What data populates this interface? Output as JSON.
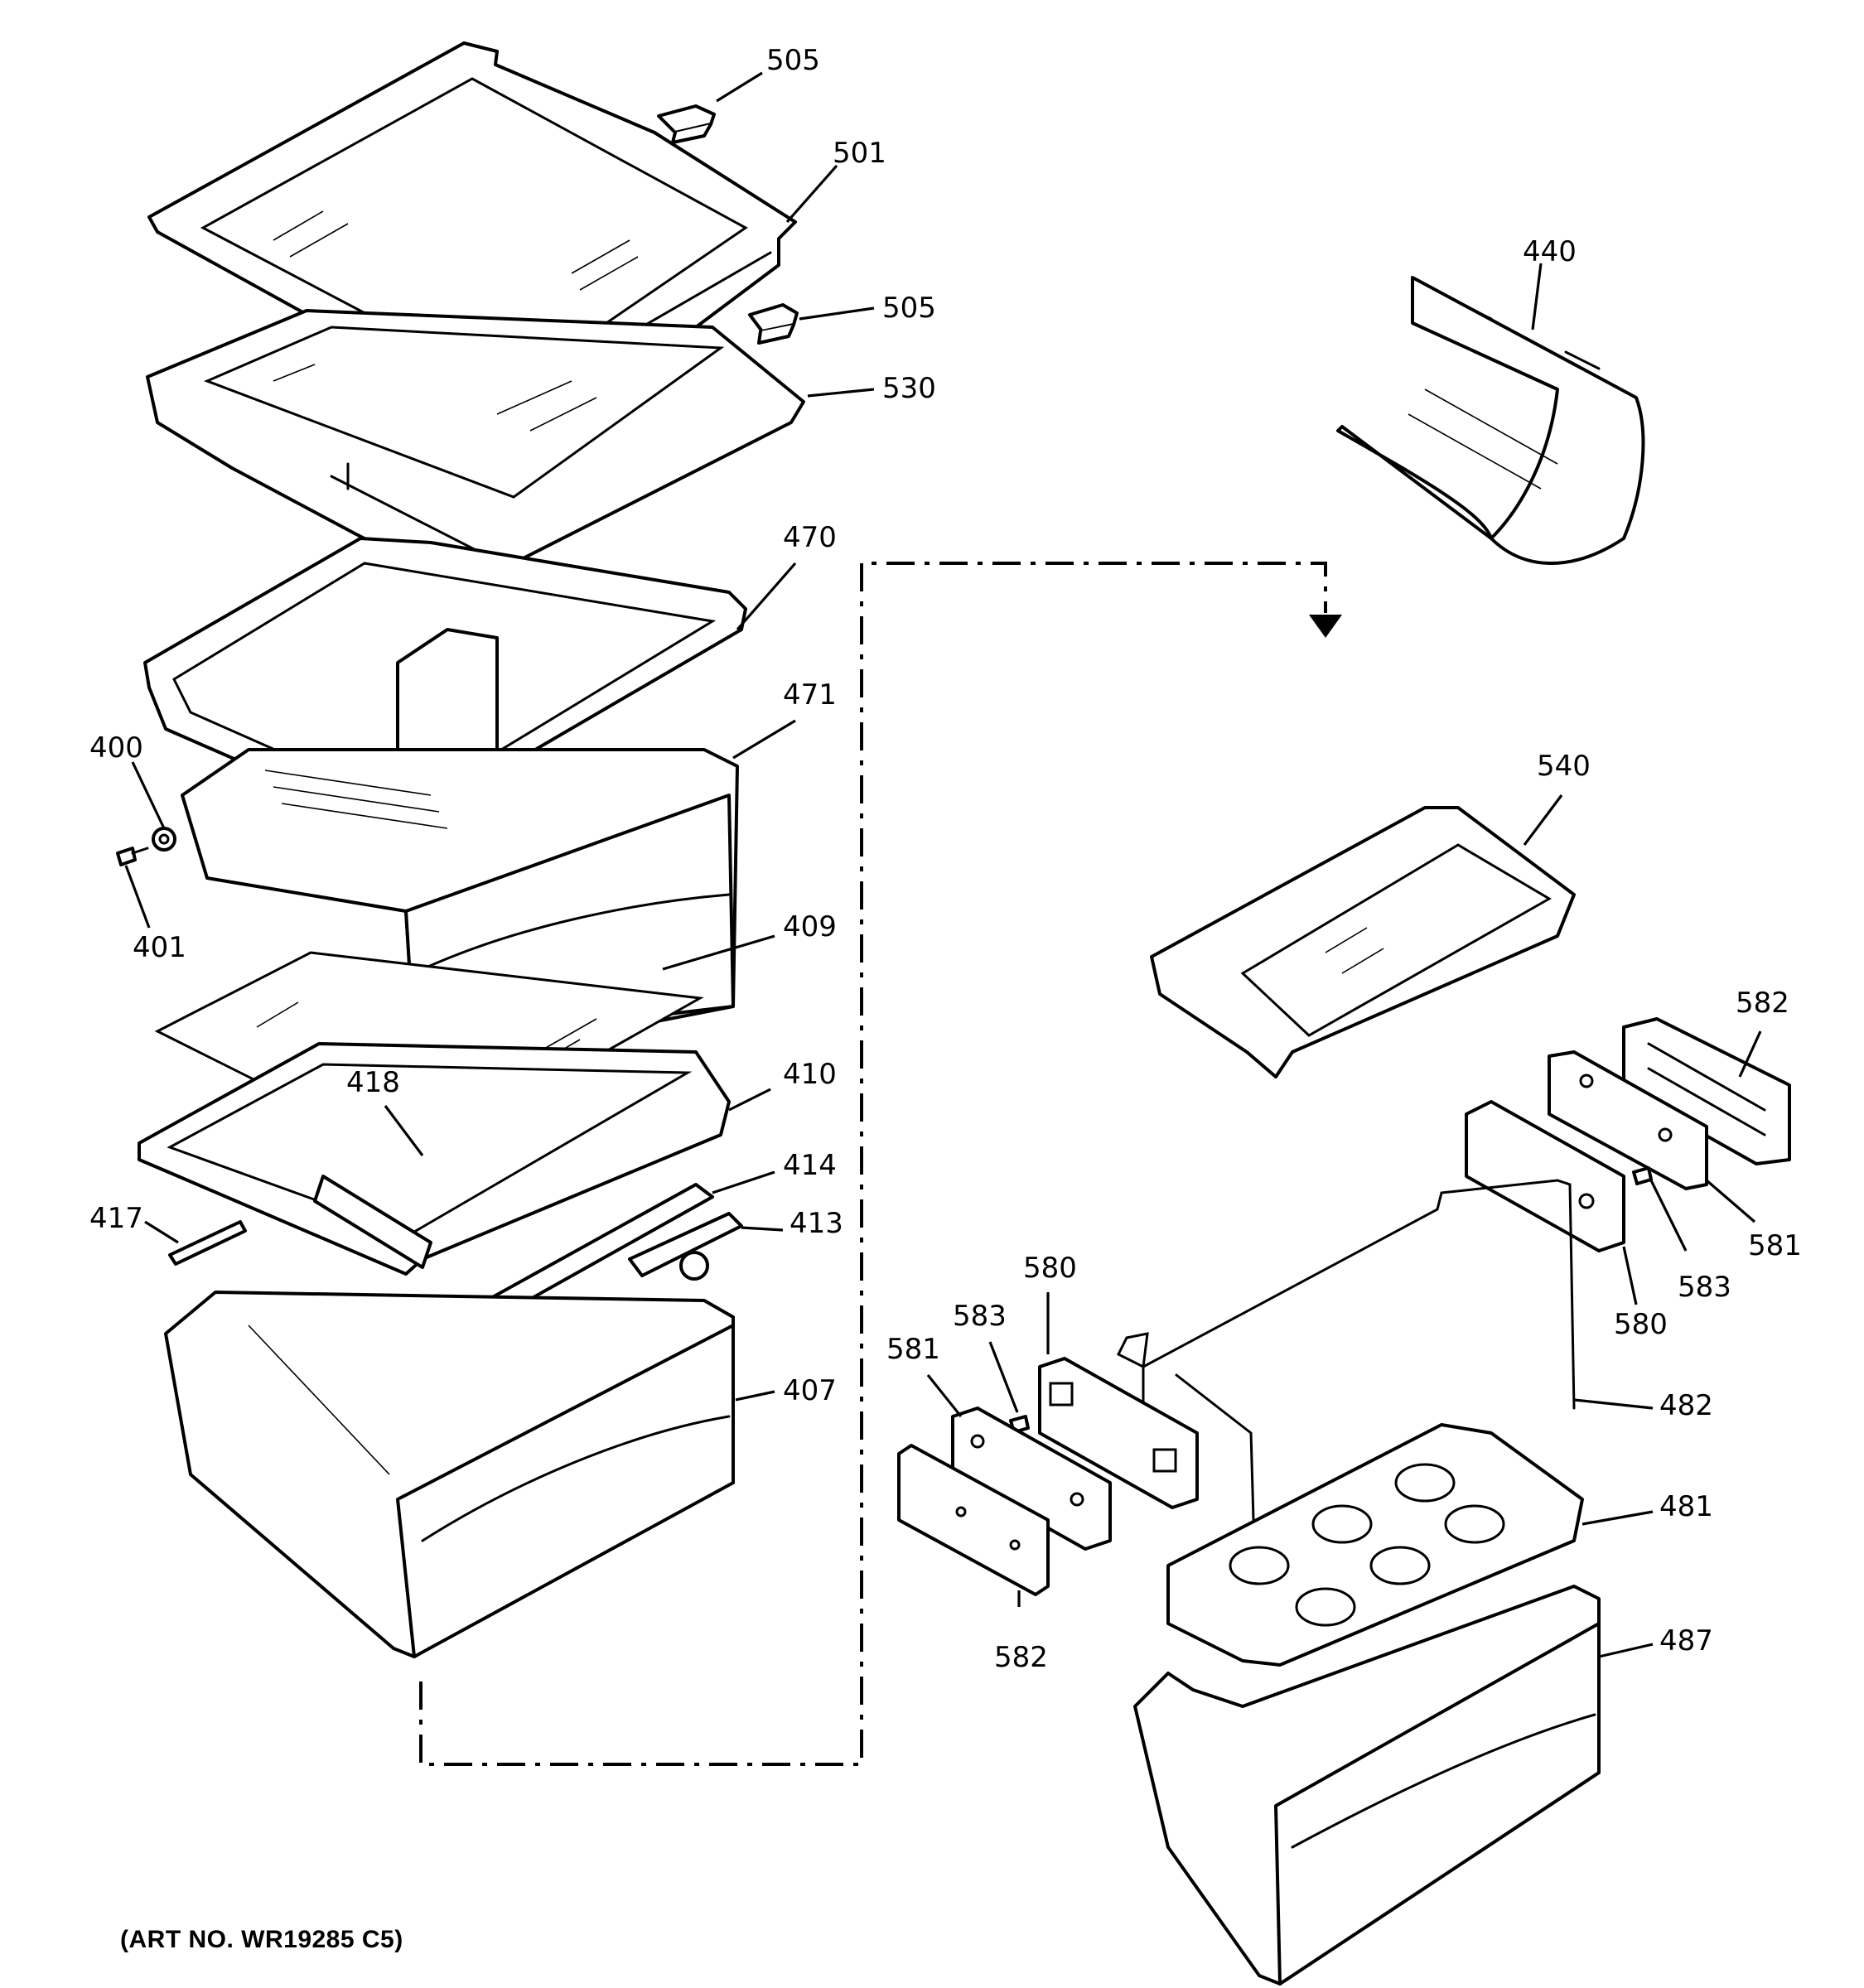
{
  "art_number": "(ART NO. WR19285 C5)",
  "callouts": {
    "c505_top": "505",
    "c501": "501",
    "c505_mid": "505",
    "c530": "530",
    "c440": "440",
    "c470": "470",
    "c471": "471",
    "c400": "400",
    "c401": "401",
    "c409": "409",
    "c418": "418",
    "c410": "410",
    "c414": "414",
    "c417": "417",
    "c413": "413",
    "c407": "407",
    "c540": "540",
    "c582_right": "582",
    "c581_right": "581",
    "c583_right": "583",
    "c580_right": "580",
    "c482": "482",
    "c481": "481",
    "c487": "487",
    "c580_left": "580",
    "c583_left": "583",
    "c581_left": "581",
    "c582_left": "582"
  }
}
